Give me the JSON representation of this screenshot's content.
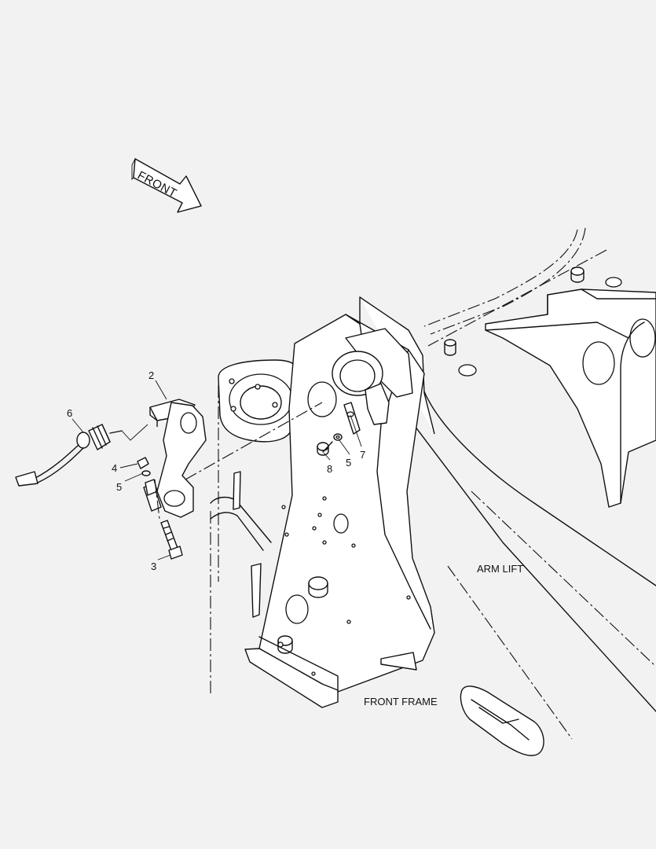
{
  "orientation": {
    "front_arrow_label": "FRONT"
  },
  "labels": {
    "arm_lift": "ARM LIFT",
    "front_frame": "FRONT FRAME"
  },
  "callouts": [
    "2",
    "6",
    "4",
    "5",
    "3",
    "5",
    "7",
    "8"
  ]
}
